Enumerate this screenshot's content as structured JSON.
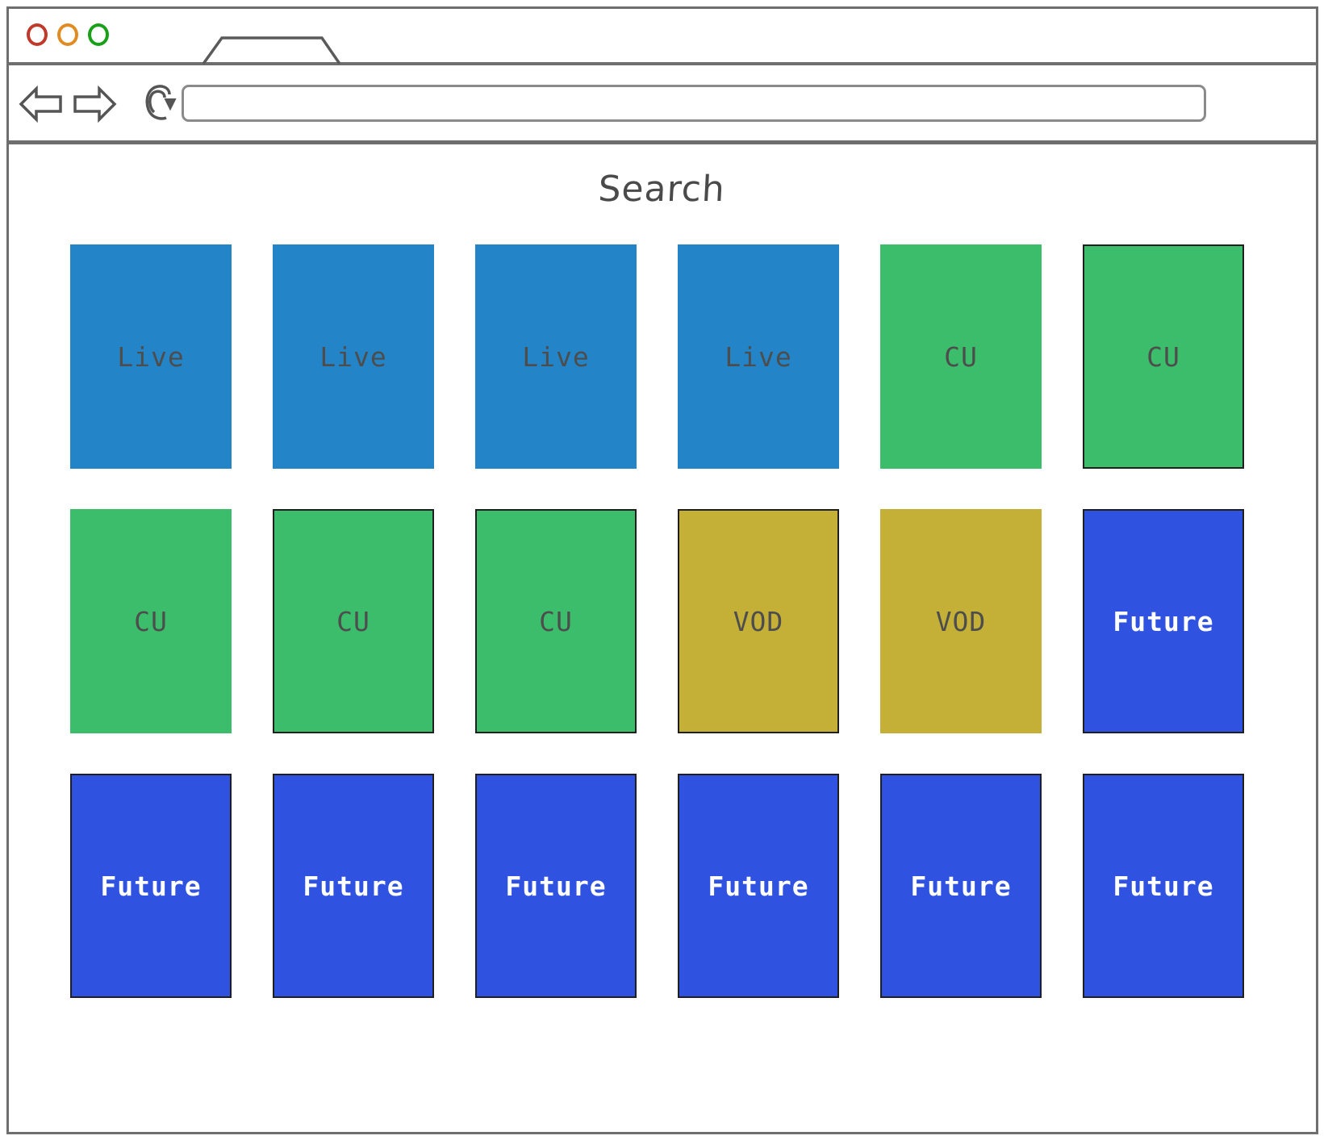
{
  "window": {
    "traffic_lights": [
      {
        "name": "close",
        "color": "#c0392b"
      },
      {
        "name": "minimize",
        "color": "#e08c23"
      },
      {
        "name": "zoom",
        "color": "#18a018"
      }
    ],
    "tab_label": ""
  },
  "toolbar": {
    "back_icon": "arrow-left-icon",
    "forward_icon": "arrow-right-icon",
    "reload_icon": "reload-icon",
    "address_value": "",
    "address_placeholder": ""
  },
  "page": {
    "title": "Search"
  },
  "legend": {
    "live": "#2385c7",
    "cu": "#3cbd6b",
    "vod": "#c5b037",
    "future": "#2f52e0"
  },
  "grid": {
    "columns": 6,
    "rows": 3,
    "tiles": [
      {
        "label": "Live",
        "type": "live",
        "outline": "none"
      },
      {
        "label": "Live",
        "type": "live",
        "outline": "none"
      },
      {
        "label": "Live",
        "type": "live",
        "outline": "none"
      },
      {
        "label": "Live",
        "type": "live",
        "outline": "none"
      },
      {
        "label": "CU",
        "type": "cu",
        "outline": "none"
      },
      {
        "label": "CU",
        "type": "cu",
        "outline": "full"
      },
      {
        "label": "CU",
        "type": "cu",
        "outline": "none"
      },
      {
        "label": "CU",
        "type": "cu",
        "outline": "full"
      },
      {
        "label": "CU",
        "type": "cu",
        "outline": "full"
      },
      {
        "label": "VOD",
        "type": "vod",
        "outline": "full"
      },
      {
        "label": "VOD",
        "type": "vod",
        "outline": "none"
      },
      {
        "label": "Future",
        "type": "future",
        "outline": "full"
      },
      {
        "label": "Future",
        "type": "future",
        "outline": "full"
      },
      {
        "label": "Future",
        "type": "future",
        "outline": "full"
      },
      {
        "label": "Future",
        "type": "future",
        "outline": "full"
      },
      {
        "label": "Future",
        "type": "future",
        "outline": "full"
      },
      {
        "label": "Future",
        "type": "future",
        "outline": "full"
      },
      {
        "label": "Future",
        "type": "future",
        "outline": "full"
      }
    ]
  }
}
